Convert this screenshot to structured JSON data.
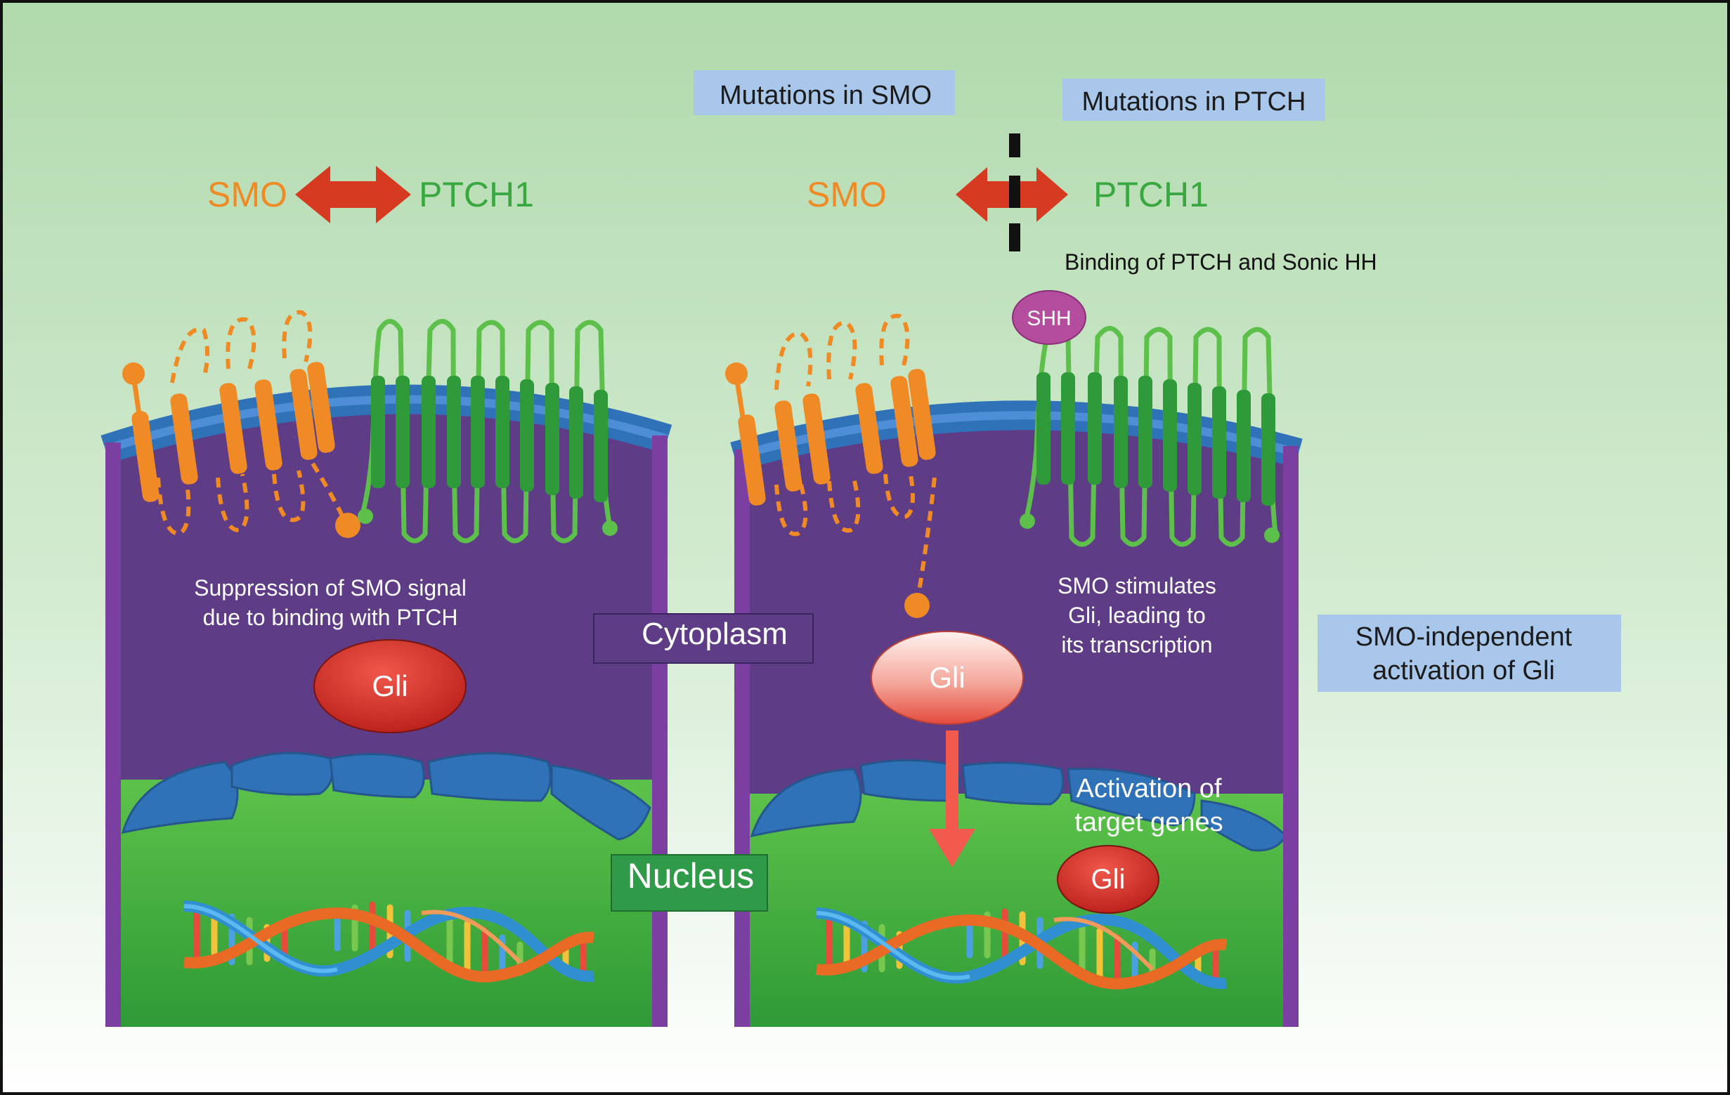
{
  "labels": {
    "mutations_smo": "Mutations in SMO",
    "mutations_ptch": "Mutations in PTCH",
    "smo": "SMO",
    "ptch1": "PTCH1",
    "binding_ptch_shh": "Binding of PTCH and Sonic HH",
    "shh": "SHH",
    "suppression_line1": "Suppression of SMO signal",
    "suppression_line2": "due to binding with PTCH",
    "gli": "Gli",
    "cytoplasm": "Cytoplasm",
    "nucleus": "Nucleus",
    "smo_stimulates_line1": "SMO stimulates",
    "smo_stimulates_line2": "Gli, leading to",
    "smo_stimulates_line3": "its transcription",
    "smo_independent_line1": "SMO-independent",
    "smo_independent_line2": "activation of Gli",
    "activation_line1": "Activation of",
    "activation_line2": "target genes"
  },
  "colors": {
    "smo": "#f08a24",
    "ptch": "#3aa840",
    "arrow": "#d63b22",
    "cytoplasm": "#5e3c86",
    "nucleus": "#3fa83c",
    "membrane": "#2f72b8",
    "label_box": "#a9c7ea",
    "gli": "#d8342a",
    "shh": "#b54d9e"
  }
}
